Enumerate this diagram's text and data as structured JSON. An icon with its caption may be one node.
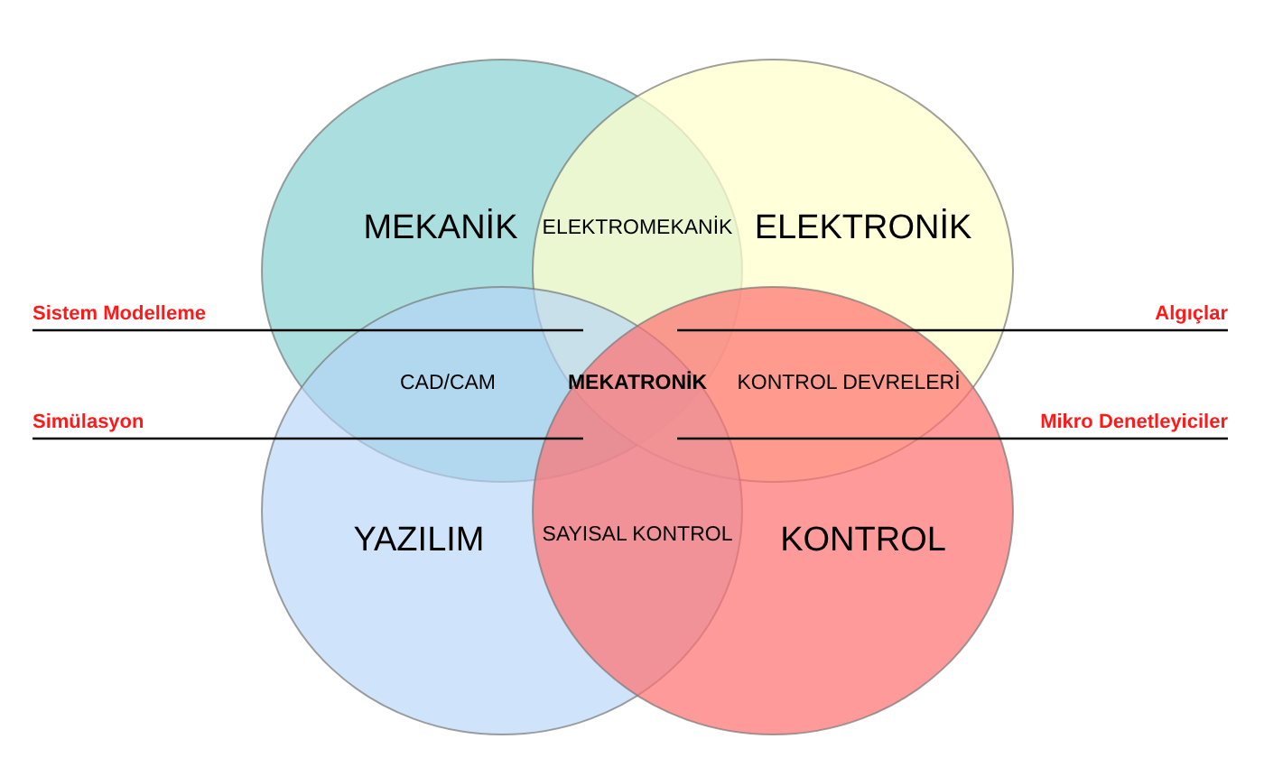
{
  "diagram": {
    "nodes": [
      {
        "text": [
          "MEKANİK"
        ]
      },
      {
        "text": [
          "ELEKTRONİK"
        ]
      },
      {
        "text": [
          "YAZILIM"
        ]
      },
      {
        "text": [
          "KONTROL"
        ]
      },
      {
        "text": [
          "Sistem Modelleme"
        ]
      },
      {
        "text": [
          "Simülasyon"
        ]
      },
      {
        "text": [
          "Algıçlar"
        ]
      },
      {
        "text": [
          "Mikro Denetleyiciler"
        ]
      }
    ],
    "edges": [
      {
        "from": 4,
        "to": 0,
        "arrow": "none"
      },
      {
        "from": 5,
        "to": 0,
        "arrow": "none"
      },
      {
        "from": 6,
        "to": 0,
        "arrow": "none"
      },
      {
        "from": 7,
        "to": 1,
        "arrow": "none"
      }
    ],
    "labels": [
      "ELEKTROMEKANİK",
      "CAD/CAM",
      "MEKATRONİK",
      "KONTROL DEVRELERİ",
      "SAYISAL KONTROL"
    ]
  }
}
